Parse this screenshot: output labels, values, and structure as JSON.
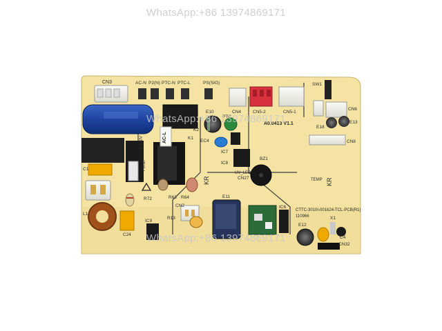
{
  "watermark": {
    "top": "WhatsApp:+86 13974869171",
    "middle": "WhatsApp:+86 13974869171",
    "bottom": "WhatsApp:+86 13974869171"
  },
  "board": {
    "color": "#f4e3a2",
    "labels": {
      "cn3": "CN3",
      "ac_n": "AC-N",
      "p2n": "P2(N)",
      "ptc_n": "PTC-N",
      "ptc_l": "PTC-L",
      "ps": "PS(SIG)",
      "sw1": "SW1",
      "cn4": "CN4",
      "cn5_2": "CN5-2",
      "cn5_1": "CN5-1",
      "cn6": "CN6",
      "e10": "E10",
      "ptc": "PTC",
      "k2": "K2",
      "k1": "K1",
      "ec4": "EC4",
      "ic7": "IC7",
      "ic8": "IC8",
      "bz1": "BZ1",
      "board_id": "A0.0413 V1.1",
      "cn8": "CN8",
      "e13": "E13",
      "e18": "E18",
      "fuse": "FUSE",
      "t3": "T3.15A/250V",
      "ac_l": "AC-L",
      "c1": "C1",
      "r72": "R72",
      "r63": "R63",
      "r64": "R64",
      "cn27": "CN27",
      "cn2": "CN2",
      "e11": "E11",
      "ic6": "IC6",
      "r13": "R13",
      "ic9": "IC9",
      "l1": "L1",
      "c24": "C24",
      "cttc": "CTTC-3010I-001624-TCL-PCB(R1)",
      "code": "110966",
      "e12": "E12",
      "x1": "X1",
      "cn32": "CN32",
      "c4": "C4",
      "kr1": "KR",
      "kr2": "KR",
      "uv_led": "UV_LED",
      "temp_text": "TEMP"
    }
  }
}
